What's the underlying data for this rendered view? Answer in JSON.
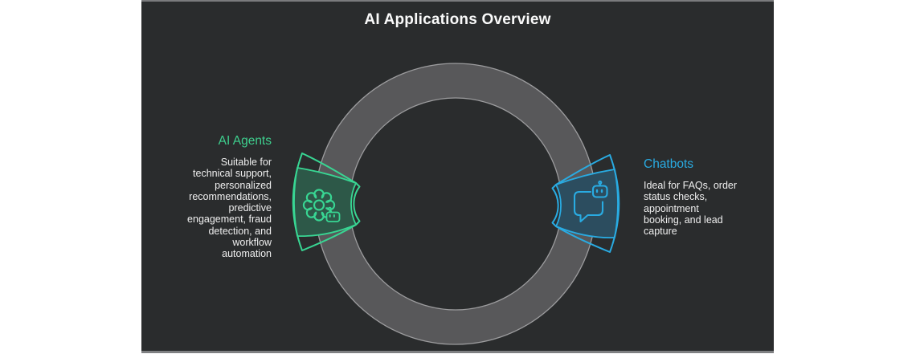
{
  "title": "AI Applications Overview",
  "colors": {
    "panel_background": "#2a2c2d",
    "panel_border": "#7a7b7d",
    "ring_fill": "#58585a",
    "ring_edge": "#9c9c9e",
    "green_accent": "#3ecf8e",
    "green_node_fill": "#2d5848",
    "blue_accent": "#29abe2",
    "blue_node_fill": "#2c4d5f",
    "text": "#efefef"
  },
  "nodes": [
    {
      "id": "ai-agents",
      "label": "AI Agents",
      "accent": "#3ecf8e",
      "icon": "gear-robot-icon",
      "description": "Suitable for technical support, personalized recommendations, predictive engagement, fraud detection, and workflow automation",
      "description_lines": [
        "Suitable for",
        "technical support,",
        "personalized",
        "recommendations,",
        "predictive",
        "engagement, fraud",
        "detection, and",
        "workflow",
        "automation"
      ]
    },
    {
      "id": "chatbots",
      "label": "Chatbots",
      "accent": "#29abe2",
      "icon": "chatbot-icon",
      "description": "Ideal for FAQs, order status checks, appointment booking, and lead capture",
      "description_lines": [
        "Ideal for FAQs, order",
        "status checks,",
        "appointment",
        "booking, and lead",
        "capture"
      ]
    }
  ]
}
